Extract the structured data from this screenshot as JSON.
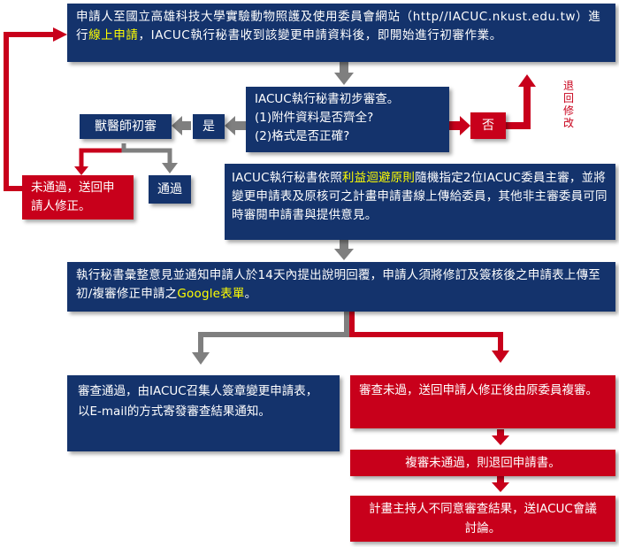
{
  "step1": {
    "before": "申請人至國立高雄科技大學實驗動物照護及使用委員會網站（http//IACUC.nkust.edu.tw）進行",
    "highlight": "線上申請",
    "after": "，IACUC執行秘書收到該變更申請資料後，即開始進行初審作業。"
  },
  "step2": {
    "line1": "IACUC執行秘書初步審查。",
    "line2": "(1)附件資料是否齊全?",
    "line3": "(2)格式是否正確?"
  },
  "yes_label": "是",
  "no_label": "否",
  "return_label": "退回修改",
  "vet_review": "獸醫師初審",
  "vet_fail": "未通過，送回申請人修正。",
  "vet_pass": "通過",
  "step3": {
    "before": "IACUC執行秘書依照",
    "highlight": "利益迴避原則",
    "after": "隨機指定2位IACUC委員主審，並將變更申請表及原核可之計畫申請書線上傳給委員，其他非主審委員可同時審閱申請書與提供意見。"
  },
  "step4": {
    "before": "執行秘書彙整意見並通知申請人於14天內提出說明回覆，申請人須將修訂及簽核後之申請表上傳至初/複審修正申請之",
    "highlight": "Google表單",
    "after": "。"
  },
  "pass_box": "審查通過，由IACUC召集人簽章變更申請表，以E-mail的方式寄發審查結果通知。",
  "fail_box": "審查未過，送回申請人修正後由原委員複審。",
  "refail_box": "複審未通過，則退回申請書。",
  "final_box": "計畫主持人不同意審查結果，送IACUC會議討論。",
  "colors": {
    "navy": "#14336c",
    "red": "#c8001b",
    "gray": "#7f7f7f",
    "highlight": "#ffff00"
  }
}
